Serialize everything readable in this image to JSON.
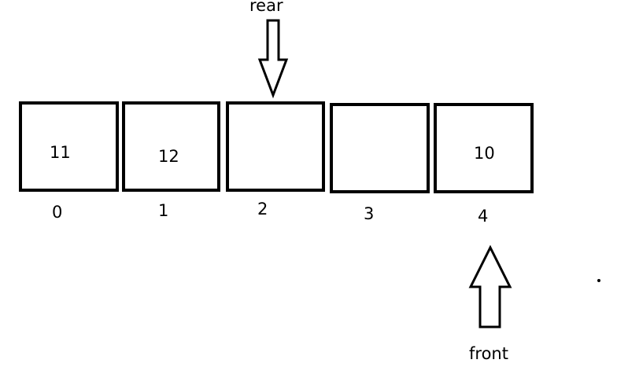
{
  "queue": {
    "cells": [
      {
        "index": "0",
        "value": "11"
      },
      {
        "index": "1",
        "value": "12"
      },
      {
        "index": "2",
        "value": ""
      },
      {
        "index": "3",
        "value": ""
      },
      {
        "index": "4",
        "value": "10"
      }
    ]
  },
  "pointers": {
    "rear": {
      "label": "rear",
      "target_index": 2
    },
    "front": {
      "label": "front",
      "target_index": 4
    }
  }
}
